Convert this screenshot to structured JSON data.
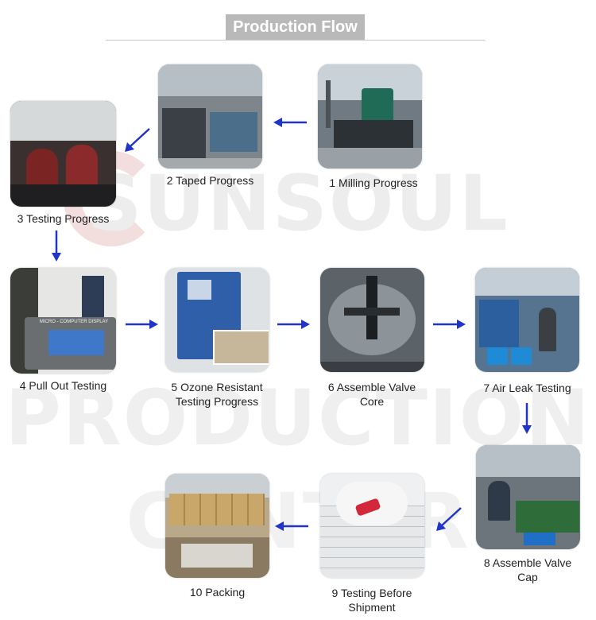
{
  "title": "Production Flow",
  "watermark": {
    "line1": "SUNSOUL",
    "line2": "PRODUCTION",
    "line3": "CENTER"
  },
  "steps": [
    {
      "label": "1 Milling Progress"
    },
    {
      "label": "2 Taped Progress"
    },
    {
      "label": "3 Testing Progress"
    },
    {
      "label": "4 Pull Out Testing"
    },
    {
      "label": "5 Ozone Resistant\nTesting Progress"
    },
    {
      "label": "6 Assemble Valve\nCore"
    },
    {
      "label": "7 Air Leak Testing"
    },
    {
      "label": "8 Assemble Valve\nCap"
    },
    {
      "label": "9 Testing Before\nShipment"
    },
    {
      "label": "10 Packing"
    }
  ],
  "photo_texts": {
    "display_caption": "MICRO - COMPUTER DISPLAY"
  },
  "colors": {
    "arrow": "#2035c8",
    "title_bg": "#b9b9b9",
    "watermark": "#ececec"
  }
}
